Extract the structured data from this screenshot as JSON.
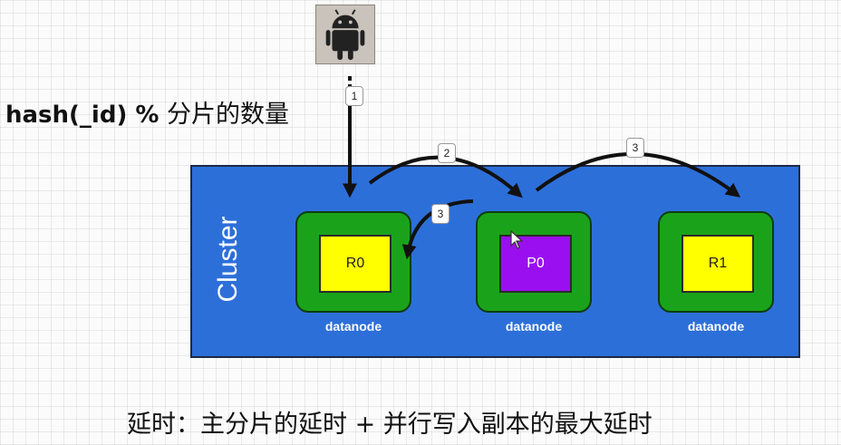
{
  "client": {
    "icon": "android-icon"
  },
  "formula": {
    "code": "hash(_id) %",
    "text": "分片的数量"
  },
  "cluster": {
    "label": "Cluster",
    "nodes": [
      {
        "shard": "R0",
        "label": "datanode",
        "type": "replica"
      },
      {
        "shard": "P0",
        "label": "datanode",
        "type": "primary"
      },
      {
        "shard": "R1",
        "label": "datanode",
        "type": "replica"
      }
    ]
  },
  "steps": {
    "s1": "1",
    "s2": "2",
    "s3_left": "3",
    "s3_right": "3"
  },
  "footer": "延时：主分片的延时 + 并行写入副本的最大延时",
  "colors": {
    "cluster": "#2d6fd9",
    "node": "#1aa31a",
    "replica": "#ffff00",
    "primary": "#9a0ff0"
  }
}
